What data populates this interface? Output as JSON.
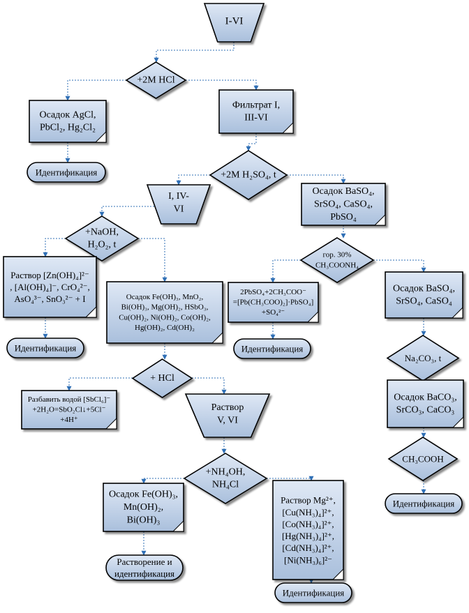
{
  "colors": {
    "fill_top": "#dfe8f5",
    "fill_bottom": "#a9bfdc",
    "connector": "#2f6fb5",
    "stroke": "#000000",
    "corner": "#ffffff"
  },
  "nodes": {
    "start": {
      "shape": "trapezoid",
      "lines": [
        "I-VI"
      ]
    },
    "d_hcl": {
      "shape": "diamond",
      "lines": [
        "+2M HCl"
      ]
    },
    "ppt_agcl": {
      "shape": "process",
      "lines": [
        "Осадок AgCl,",
        "PbCl₂, Hg₂Cl₂"
      ]
    },
    "filtrate1": {
      "shape": "process",
      "lines": [
        "Фильтрат I,",
        "III-VI"
      ]
    },
    "ident_agcl": {
      "shape": "terminal",
      "lines": [
        "Идентификация"
      ]
    },
    "d_h2so4": {
      "shape": "diamond",
      "lines": [
        "+2M H₂SO₄, t"
      ]
    },
    "trap_iv": {
      "shape": "trapezoid",
      "lines": [
        "I, IV-",
        "VI"
      ]
    },
    "ppt_baso4": {
      "shape": "process",
      "lines": [
        "Осадок BaSO₄,",
        "SrSO₄, CaSO₄,",
        "PbSO₄"
      ]
    },
    "d_naoh": {
      "shape": "diamond",
      "lines": [
        "+NaOH,",
        "H₂O₂, t"
      ]
    },
    "sol_zn": {
      "shape": "process",
      "lines": [
        "Раствор [Zn(OH)₄]²⁻",
        ", [Al(OH)₄]⁻, CrO₄²⁻,",
        "AsO₄³⁻, SnO₃²⁻ + I"
      ]
    },
    "ppt_fe": {
      "shape": "process",
      "lines": [
        "Осадок Fe(OH)₃, MnO₂,",
        "Bi(OH)₃, Mg(OH)₂, HSbO₃,",
        "Cu(OH)₂, Ni(OH)₂, Co(OH)₂,",
        "Hg(OH)₂, Cd(OH)₂"
      ]
    },
    "d_ch3coonh4": {
      "shape": "diamond",
      "lines": [
        "гор. 30%",
        "CH₃COONH₄"
      ]
    },
    "pb_reaction": {
      "shape": "process",
      "lines": [
        "2PbSO₄+2CH₃COO⁻",
        "=[Pb(CH₃COO)₂]·PbSO₄]",
        "+SO₄²⁻"
      ]
    },
    "ppt_baso4_2": {
      "shape": "process",
      "lines": [
        "Осадок BaSO₄,",
        "SrSO₄, CaSO₄"
      ]
    },
    "ident_zn": {
      "shape": "terminal",
      "lines": [
        "Идентификация"
      ]
    },
    "ident_pb": {
      "shape": "terminal",
      "lines": [
        "Идентификация"
      ]
    },
    "d_na2co3": {
      "shape": "diamond",
      "lines": [
        "Na₂CO₃, t"
      ]
    },
    "d_plus_hcl": {
      "shape": "diamond",
      "lines": [
        "+ HCl"
      ]
    },
    "sb_reaction": {
      "shape": "process",
      "lines": [
        "Разбавить водой [SbCl₆]⁻",
        "+2H₂O=SbO₂Cl↓+5Cl⁻",
        "+4H⁺"
      ]
    },
    "trap_v": {
      "shape": "trapezoid",
      "lines": [
        "Раствор",
        "V, VI"
      ]
    },
    "ppt_baco3": {
      "shape": "process",
      "lines": [
        "Осадок BaCO₃,",
        "SrCO₃, CaCO₃"
      ]
    },
    "d_ch3cooh": {
      "shape": "diamond",
      "lines": [
        "CH₃COOH"
      ]
    },
    "d_nh4oh": {
      "shape": "diamond",
      "lines": [
        "+NH₄OH,",
        "NH₄Cl"
      ]
    },
    "ident_ba": {
      "shape": "terminal",
      "lines": [
        "Идентификация"
      ]
    },
    "ppt_fe2": {
      "shape": "process",
      "lines": [
        "Осадок Fe(OH)₃,",
        "Mn(OH)₂,",
        "Bi(OH)₃"
      ]
    },
    "sol_mg": {
      "shape": "process",
      "lines": [
        "Раствор Mg²⁺,",
        "[Cu(NH₃)₄]²⁺,",
        "[Co(NH₃)₄]²⁺,",
        "[Hg(NH₃)₄]²⁺,",
        "[Cd(NH₃)₄]²⁺,",
        "[Ni(NH₃)₆]²⁻"
      ]
    },
    "dissolve_ident": {
      "shape": "terminal",
      "lines": [
        "Растворение и",
        "идентификация"
      ]
    },
    "ident_mg": {
      "shape": "terminal",
      "lines": [
        "Идентификация"
      ]
    }
  },
  "edges": [
    [
      "start",
      "d_hcl"
    ],
    [
      "d_hcl",
      "ppt_agcl"
    ],
    [
      "d_hcl",
      "filtrate1"
    ],
    [
      "ppt_agcl",
      "ident_agcl"
    ],
    [
      "filtrate1",
      "d_h2so4"
    ],
    [
      "d_h2so4",
      "trap_iv"
    ],
    [
      "d_h2so4",
      "ppt_baso4"
    ],
    [
      "trap_iv",
      "d_naoh"
    ],
    [
      "ppt_baso4",
      "d_ch3coonh4"
    ],
    [
      "d_naoh",
      "sol_zn"
    ],
    [
      "d_naoh",
      "ppt_fe"
    ],
    [
      "d_ch3coonh4",
      "pb_reaction"
    ],
    [
      "d_ch3coonh4",
      "ppt_baso4_2"
    ],
    [
      "sol_zn",
      "ident_zn"
    ],
    [
      "pb_reaction",
      "ident_pb"
    ],
    [
      "ppt_baso4_2",
      "d_na2co3"
    ],
    [
      "ppt_fe",
      "d_plus_hcl"
    ],
    [
      "d_plus_hcl",
      "sb_reaction"
    ],
    [
      "d_plus_hcl",
      "trap_v"
    ],
    [
      "d_na2co3",
      "ppt_baco3"
    ],
    [
      "ppt_baco3",
      "d_ch3cooh"
    ],
    [
      "trap_v",
      "d_nh4oh"
    ],
    [
      "d_ch3cooh",
      "ident_ba"
    ],
    [
      "d_nh4oh",
      "ppt_fe2"
    ],
    [
      "d_nh4oh",
      "sol_mg"
    ],
    [
      "ppt_fe2",
      "dissolve_ident"
    ],
    [
      "sol_mg",
      "ident_mg"
    ]
  ]
}
